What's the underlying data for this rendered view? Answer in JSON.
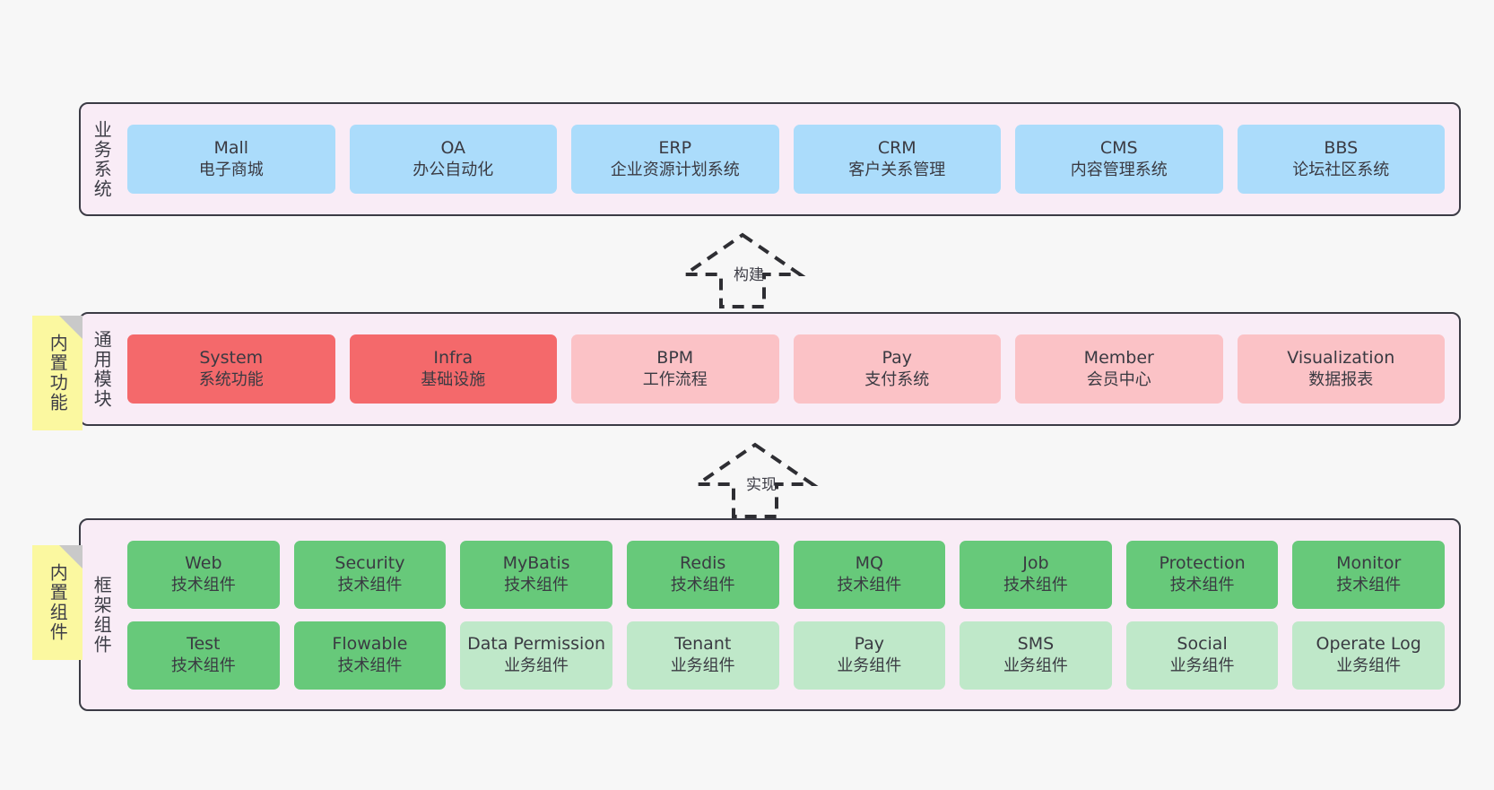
{
  "diagram": {
    "background": "#f7f7f7",
    "panel_fill": "#f9ecf6",
    "panel_stroke": "#3b3b45",
    "note_fill": "#fbf8a0",
    "colors": {
      "blue": "#abdcfb",
      "red": "#f4696b",
      "pink": "#fbc2c6",
      "green": "#67c97a",
      "green_light": "#bfe8c9"
    }
  },
  "notes": [
    {
      "label": "内置功能"
    },
    {
      "label": "内置组件"
    }
  ],
  "arrows": [
    {
      "label": "构建"
    },
    {
      "label": "实现"
    }
  ],
  "layers": [
    {
      "title": "业务系统",
      "rows": [
        {
          "cards": [
            {
              "t1": "Mall",
              "t2": "电子商城",
              "color": "blue"
            },
            {
              "t1": "OA",
              "t2": "办公自动化",
              "color": "blue"
            },
            {
              "t1": "ERP",
              "t2": "企业资源计划系统",
              "color": "blue"
            },
            {
              "t1": "CRM",
              "t2": "客户关系管理",
              "color": "blue"
            },
            {
              "t1": "CMS",
              "t2": "内容管理系统",
              "color": "blue"
            },
            {
              "t1": "BBS",
              "t2": "论坛社区系统",
              "color": "blue"
            }
          ]
        }
      ]
    },
    {
      "title": "通用模块",
      "rows": [
        {
          "cards": [
            {
              "t1": "System",
              "t2": "系统功能",
              "color": "red"
            },
            {
              "t1": "Infra",
              "t2": "基础设施",
              "color": "red"
            },
            {
              "t1": "BPM",
              "t2": "工作流程",
              "color": "pink"
            },
            {
              "t1": "Pay",
              "t2": "支付系统",
              "color": "pink"
            },
            {
              "t1": "Member",
              "t2": "会员中心",
              "color": "pink"
            },
            {
              "t1": "Visualization",
              "t2": "数据报表",
              "color": "pink"
            }
          ]
        }
      ]
    },
    {
      "title": "框架组件",
      "rows": [
        {
          "cards": [
            {
              "t1": "Web",
              "t2": "技术组件",
              "color": "green"
            },
            {
              "t1": "Security",
              "t2": "技术组件",
              "color": "green"
            },
            {
              "t1": "MyBatis",
              "t2": "技术组件",
              "color": "green"
            },
            {
              "t1": "Redis",
              "t2": "技术组件",
              "color": "green"
            },
            {
              "t1": "MQ",
              "t2": "技术组件",
              "color": "green"
            },
            {
              "t1": "Job",
              "t2": "技术组件",
              "color": "green"
            },
            {
              "t1": "Protection",
              "t2": "技术组件",
              "color": "green"
            },
            {
              "t1": "Monitor",
              "t2": "技术组件",
              "color": "green"
            }
          ]
        },
        {
          "cards": [
            {
              "t1": "Test",
              "t2": "技术组件",
              "color": "green"
            },
            {
              "t1": "Flowable",
              "t2": "技术组件",
              "color": "green"
            },
            {
              "t1": "Data Permission",
              "t2": "业务组件",
              "color": "green_light",
              "wrap": true
            },
            {
              "t1": "Tenant",
              "t2": "业务组件",
              "color": "green_light"
            },
            {
              "t1": "Pay",
              "t2": "业务组件",
              "color": "green_light"
            },
            {
              "t1": "SMS",
              "t2": "业务组件",
              "color": "green_light"
            },
            {
              "t1": "Social",
              "t2": "业务组件",
              "color": "green_light"
            },
            {
              "t1": "Operate Log",
              "t2": "业务组件",
              "color": "green_light"
            }
          ]
        }
      ]
    }
  ]
}
